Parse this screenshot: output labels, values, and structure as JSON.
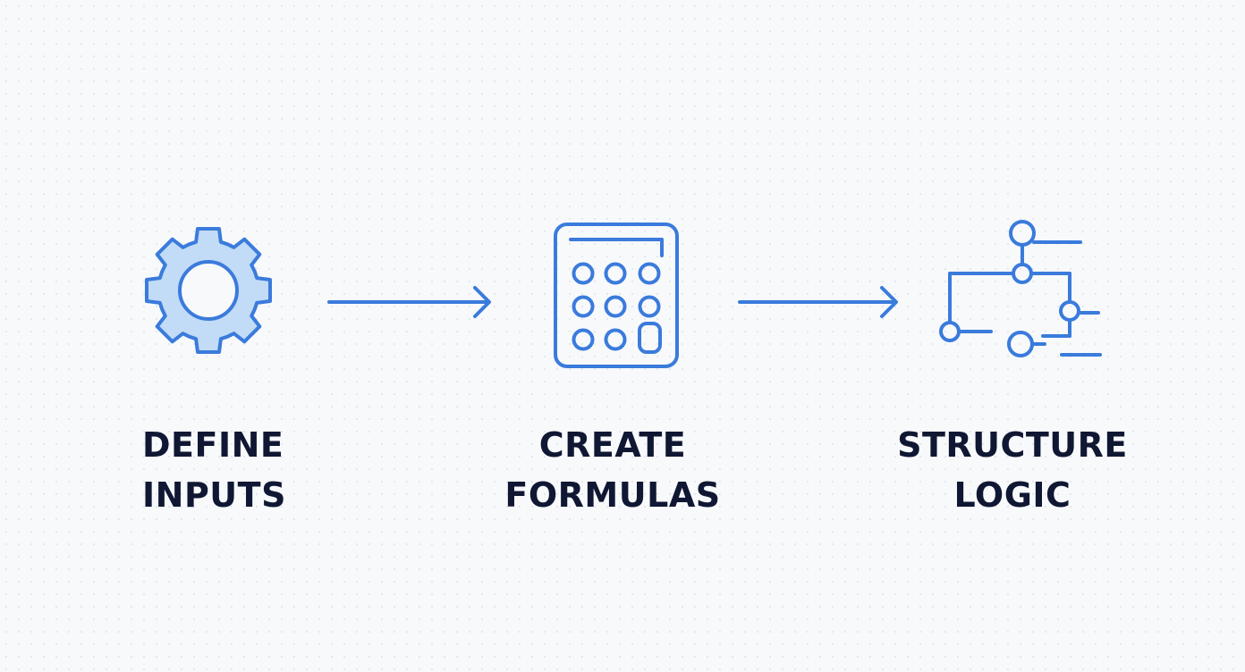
{
  "colors": {
    "accent": "#3a7bdc",
    "accent_fill": "#c2dbf6",
    "text": "#0f1733",
    "background": "#f8f9fb"
  },
  "steps": [
    {
      "icon": "gear-icon",
      "line1": "DEFINE",
      "line2": "INPUTS"
    },
    {
      "icon": "calculator-icon",
      "line1": "CREATE",
      "line2": "FORMULAS"
    },
    {
      "icon": "logic-tree-icon",
      "line1": "STRUCTURE",
      "line2": "LOGIC"
    }
  ],
  "connectors": [
    "arrow-right-icon",
    "arrow-right-icon"
  ]
}
